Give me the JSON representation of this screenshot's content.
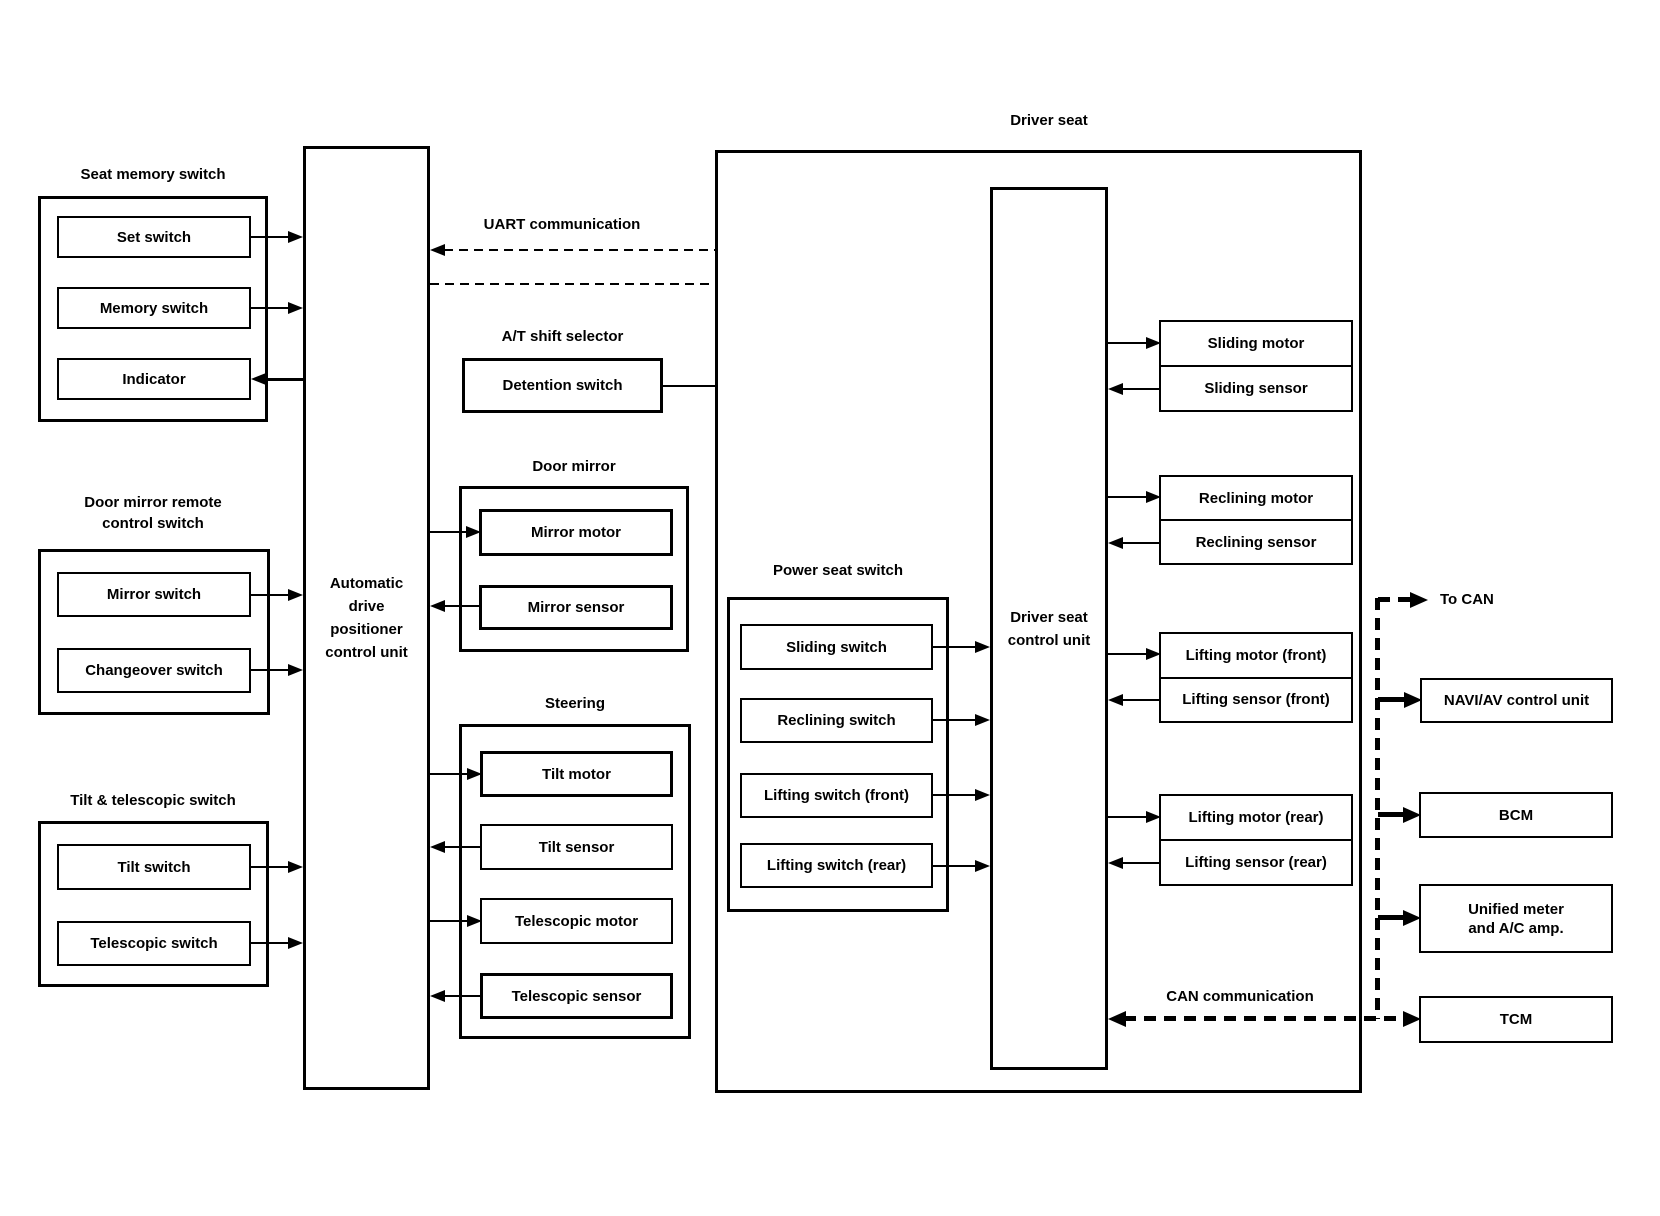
{
  "colors": {
    "background": "#ffffff",
    "line": "#000000",
    "text": "#000000"
  },
  "seat_memory": {
    "title": "Seat memory switch",
    "items": [
      "Set switch",
      "Memory switch",
      "Indicator"
    ]
  },
  "door_mirror_remote": {
    "title": "Door mirror remote\ncontrol switch",
    "items": [
      "Mirror switch",
      "Changeover switch"
    ]
  },
  "tilt_telescopic": {
    "title": "Tilt & telescopic switch",
    "items": [
      "Tilt switch",
      "Telescopic switch"
    ]
  },
  "adp_unit": {
    "label": "Automatic\ndrive\npositioner\ncontrol unit"
  },
  "uart": {
    "label": "UART communication"
  },
  "at_shift": {
    "title": "A/T shift selector",
    "item": "Detention switch"
  },
  "door_mirror": {
    "title": "Door mirror",
    "items": [
      "Mirror motor",
      "Mirror sensor"
    ]
  },
  "steering": {
    "title": "Steering",
    "items": [
      "Tilt motor",
      "Tilt sensor",
      "Telescopic motor",
      "Telescopic sensor"
    ]
  },
  "driver_seat": {
    "title": "Driver seat",
    "control_unit": "Driver seat\ncontrol unit",
    "power_seat_switch": {
      "title": "Power seat switch",
      "items": [
        "Sliding switch",
        "Reclining switch",
        "Lifting switch (front)",
        "Lifting switch (rear)"
      ]
    },
    "actuators": [
      {
        "motor": "Sliding motor",
        "sensor": "Sliding sensor"
      },
      {
        "motor": "Reclining motor",
        "sensor": "Reclining sensor"
      },
      {
        "motor": "Lifting motor (front)",
        "sensor": "Lifting sensor (front)"
      },
      {
        "motor": "Lifting motor (rear)",
        "sensor": "Lifting sensor (rear)"
      }
    ]
  },
  "can": {
    "to_can": "To CAN",
    "communication": "CAN communication",
    "nodes": [
      "NAVI/AV control unit",
      "BCM",
      "Unified meter\nand A/C amp.",
      "TCM"
    ]
  }
}
